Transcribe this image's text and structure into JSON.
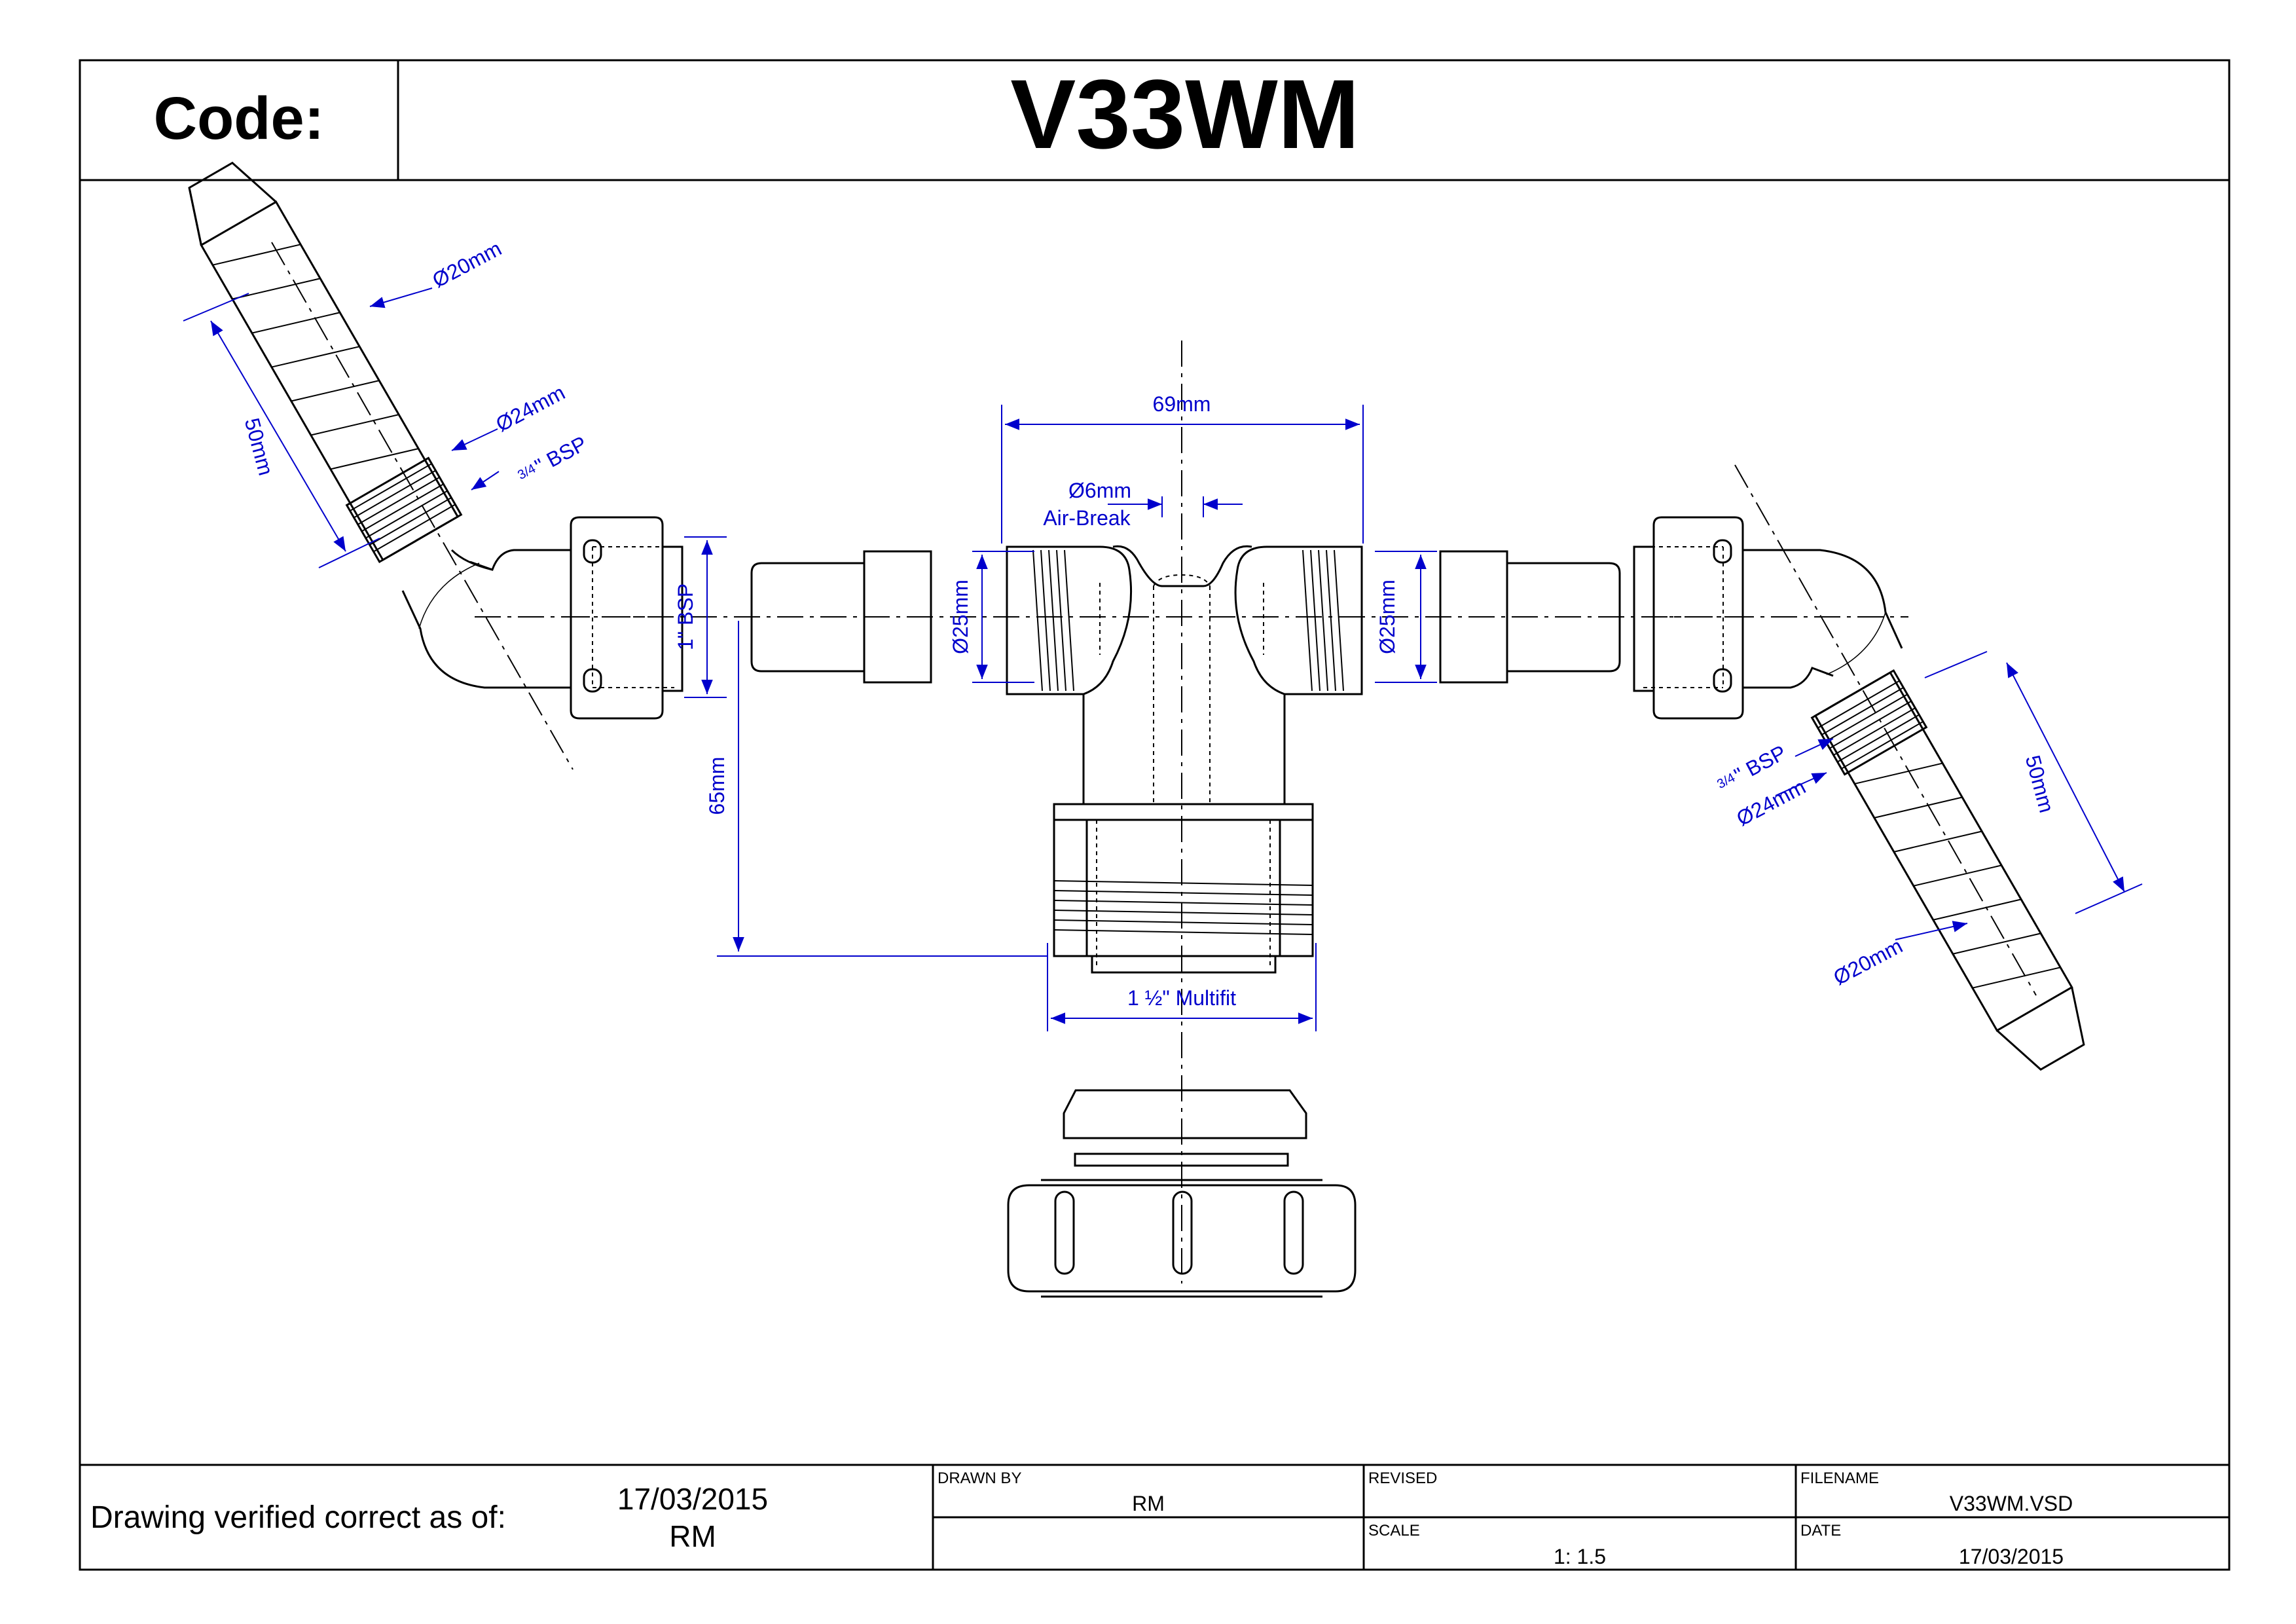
{
  "header": {
    "code_label": "Code:",
    "code_value": "V33WM"
  },
  "dimensions": {
    "hose_end_dia": "Ø20mm",
    "hose_mid_dia": "Ø24mm",
    "hose_thread_frac": "3/4",
    "hose_thread_unit": "\" BSP",
    "hose_length": "50mm",
    "body_width": "69mm",
    "air_break_dia": "Ø6mm",
    "air_break_label": "Air-Break",
    "inlet_dia": "Ø25mm",
    "nut_thread": "1\" BSP",
    "body_height": "65mm",
    "outlet": "1 ½\" Multifit"
  },
  "title_block": {
    "verified_label": "Drawing verified correct as of:",
    "verified_date": "17/03/2015",
    "verified_by": "RM",
    "drawn_by_label": "DRAWN BY",
    "drawn_by": "RM",
    "revised_label": "REVISED",
    "revised": "",
    "scale_label": "SCALE",
    "scale": "1: 1.5",
    "filename_label": "FILENAME",
    "filename": "V33WM.VSD",
    "date_label": "DATE",
    "date": "17/03/2015"
  },
  "colors": {
    "line": "#000000",
    "dimension": "#0000cc"
  }
}
